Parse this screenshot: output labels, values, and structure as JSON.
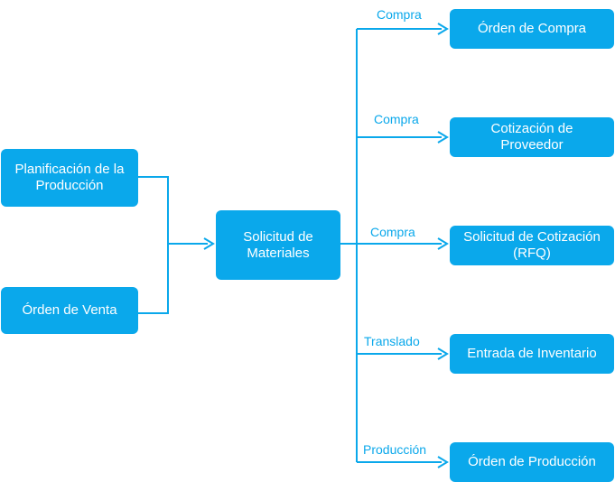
{
  "colors": {
    "node_fill": "#0aa8eb",
    "node_text": "#ffffff",
    "connector": "#0aa8eb"
  },
  "nodes": {
    "planificacion": "Planificación de la\nProducción",
    "orden_venta": "Órden de Venta",
    "solicitud_materiales": "Solicitud de\nMateriales",
    "orden_compra": "Órden de Compra",
    "cotizacion_proveedor": "Cotización de\nProveedor",
    "solicitud_cotizacion": "Solicitud de Cotización\n(RFQ)",
    "entrada_inventario": "Entrada de Inventario",
    "orden_produccion": "Órden de Producción"
  },
  "edge_labels": {
    "compra_1": "Compra",
    "compra_2": "Compra",
    "compra_3": "Compra",
    "translado": "Translado",
    "produccion": "Producción"
  }
}
